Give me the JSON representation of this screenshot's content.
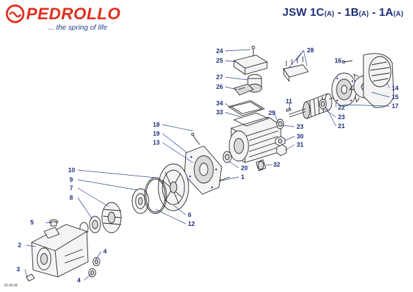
{
  "header": {
    "brand": "PEDROLLO",
    "tagline": "... the spring of life",
    "model_parts": [
      {
        "text": "JSW 1C",
        "sub": false
      },
      {
        "text": "(A)",
        "sub": true
      },
      {
        "text": " - 1B",
        "sub": false
      },
      {
        "text": "(A)",
        "sub": true
      },
      {
        "text": " - 1A",
        "sub": false
      },
      {
        "text": "(A)",
        "sub": true
      }
    ]
  },
  "footer": {
    "code": "02.40.00"
  },
  "colors": {
    "brand_red": "#e0301e",
    "label_blue": "#1c2f7a",
    "line": "#222222"
  },
  "icons": {
    "logo": "wave-logo-icon"
  },
  "callouts": [
    {
      "id": "24",
      "label": "24"
    },
    {
      "id": "25",
      "label": "25"
    },
    {
      "id": "28",
      "label": "28"
    },
    {
      "id": "27",
      "label": "27"
    },
    {
      "id": "26",
      "label": "26"
    },
    {
      "id": "34",
      "label": "34"
    },
    {
      "id": "33",
      "label": "33"
    },
    {
      "id": "29",
      "label": "29"
    },
    {
      "id": "11",
      "label": "11"
    },
    {
      "id": "16",
      "label": "16"
    },
    {
      "id": "14",
      "label": "14"
    },
    {
      "id": "15",
      "label": "15"
    },
    {
      "id": "17",
      "label": "17"
    },
    {
      "id": "22",
      "label": "22"
    },
    {
      "id": "23a",
      "label": "23"
    },
    {
      "id": "23b",
      "label": "23"
    },
    {
      "id": "21",
      "label": "21"
    },
    {
      "id": "30",
      "label": "30"
    },
    {
      "id": "31",
      "label": "31"
    },
    {
      "id": "32",
      "label": "32"
    },
    {
      "id": "18",
      "label": "18"
    },
    {
      "id": "19",
      "label": "19"
    },
    {
      "id": "13",
      "label": "13"
    },
    {
      "id": "20",
      "label": "20"
    },
    {
      "id": "1",
      "label": "1"
    },
    {
      "id": "10",
      "label": "10"
    },
    {
      "id": "9",
      "label": "9"
    },
    {
      "id": "7",
      "label": "7"
    },
    {
      "id": "8",
      "label": "8"
    },
    {
      "id": "6",
      "label": "6"
    },
    {
      "id": "12",
      "label": "12"
    },
    {
      "id": "5",
      "label": "5"
    },
    {
      "id": "2",
      "label": "2"
    },
    {
      "id": "4a",
      "label": "4"
    },
    {
      "id": "3",
      "label": "3"
    },
    {
      "id": "4b",
      "label": "4"
    }
  ]
}
